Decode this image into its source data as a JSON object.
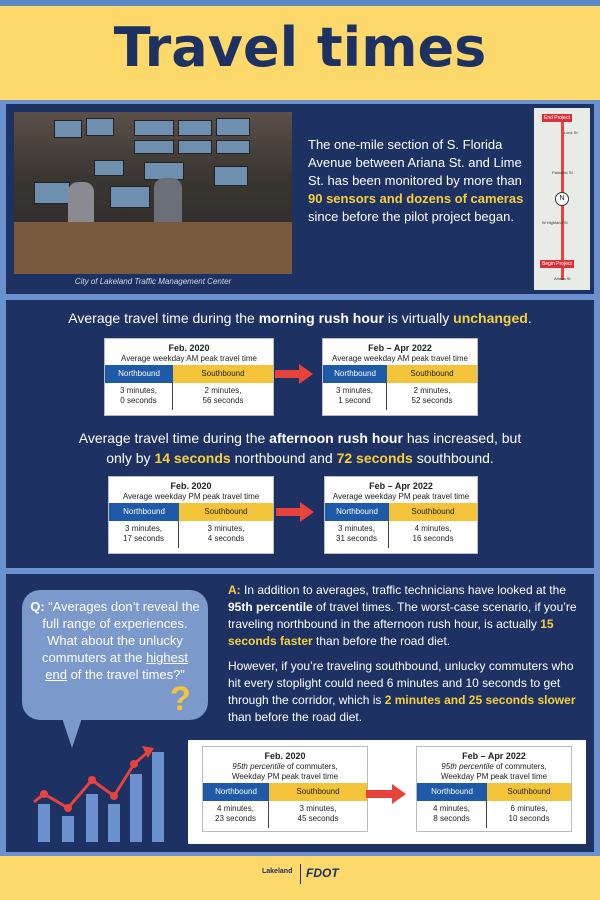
{
  "title": "Travel times",
  "intro": {
    "text_1": "The one-mile section of S. Florida Avenue between Ariana St. and Lime St. has been monitored by more than ",
    "highlight": "90 sensors and dozens of cameras",
    "text_2": " since before the pilot project began.",
    "photo_caption": "City of Lakeland Traffic Management Center",
    "map": {
      "end_label": "End Project",
      "begin_label": "Begin Project",
      "streets": [
        "Lime St",
        "Palmetto St",
        "W Highland St",
        "Ariana St"
      ]
    }
  },
  "morning": {
    "heading_1": "Average travel time during the ",
    "heading_bold": "morning rush hour",
    "heading_2": " is virtually ",
    "heading_hl": "unchanged",
    "heading_3": ".",
    "before": {
      "period": "Feb. 2020",
      "subtitle": "Average weekday AM peak travel time",
      "nb_label": "Northbound",
      "sb_label": "Southbound",
      "nb_1": "3 minutes,",
      "nb_2": "0 seconds",
      "sb_1": "2 minutes,",
      "sb_2": "56 seconds"
    },
    "after": {
      "period": "Feb – Apr 2022",
      "subtitle": "Average weekday AM peak travel time",
      "nb_label": "Northbound",
      "sb_label": "Southbound",
      "nb_1": "3 minutes,",
      "nb_2": "1 second",
      "sb_1": "2 minutes,",
      "sb_2": "52 seconds"
    }
  },
  "afternoon": {
    "heading_1": "Average travel time during the ",
    "heading_bold": "afternoon rush hour",
    "heading_2": " has increased, but only by ",
    "heading_hl1": "14 seconds",
    "heading_3": " northbound and ",
    "heading_hl2": "72 seconds",
    "heading_4": " southbound.",
    "before": {
      "period": "Feb. 2020",
      "subtitle": "Average weekday PM peak travel time",
      "nb_label": "Northbound",
      "sb_label": "Southbound",
      "nb_1": "3 minutes,",
      "nb_2": "17 seconds",
      "sb_1": "3 minutes,",
      "sb_2": "4 seconds"
    },
    "after": {
      "period": "Feb – Apr 2022",
      "subtitle": "Average weekday PM peak travel time",
      "nb_label": "Northbound",
      "sb_label": "Southbound",
      "nb_1": "3 minutes,",
      "nb_2": "31 seconds",
      "sb_1": "4 minutes,",
      "sb_2": "16 seconds"
    }
  },
  "question": {
    "q_label": "Q:",
    "q_text_1": " “Averages don’t reveal the full range of experiences. What about the unlucky commuters at the ",
    "q_underline": "highest end",
    "q_text_2": " of the travel times?”"
  },
  "answer": {
    "a_label": "A:",
    "p1_1": " In addition to averages, traffic technicians have looked at the ",
    "p1_bold": "95th percentile",
    "p1_2": " of travel times. The worst-case scenario, if you’re traveling northbound in the afternoon rush hour, is actually ",
    "p1_hl": "15 seconds faster",
    "p1_3": " than before the road diet.",
    "p2_1": "However, if you’re traveling southbound, unlucky commuters who hit every stoplight could need 6 minutes and 10 seconds to get through the corridor, which is ",
    "p2_hl": "2 minutes and 25 seconds slower",
    "p2_2": " than before the road diet."
  },
  "percentile": {
    "before": {
      "period": "Feb. 2020",
      "sub_italic": "95th percentile",
      "sub_1": " of commuters,",
      "sub_2": "Weekday PM peak travel time",
      "nb_label": "Northbound",
      "sb_label": "Southbound",
      "nb_1": "4 minutes,",
      "nb_2": "23 seconds",
      "sb_1": "3 minutes,",
      "sb_2": "45 seconds"
    },
    "after": {
      "period": "Feb – Apr 2022",
      "sub_italic": "95th percentile",
      "sub_1": " of commuters,",
      "sub_2": "Weekday PM peak travel time",
      "nb_label": "Northbound",
      "sb_label": "Southbound",
      "nb_1": "4 minutes,",
      "nb_2": "8 seconds",
      "sb_1": "6 minutes,",
      "sb_2": "10 seconds"
    }
  },
  "logos": {
    "left": "Lakeland",
    "right": "FDOT"
  },
  "colors": {
    "navy": "#1d3163",
    "yellow": "#f6cf3d",
    "blue": "#1e5aa8",
    "arrow_red": "#e8423c"
  }
}
